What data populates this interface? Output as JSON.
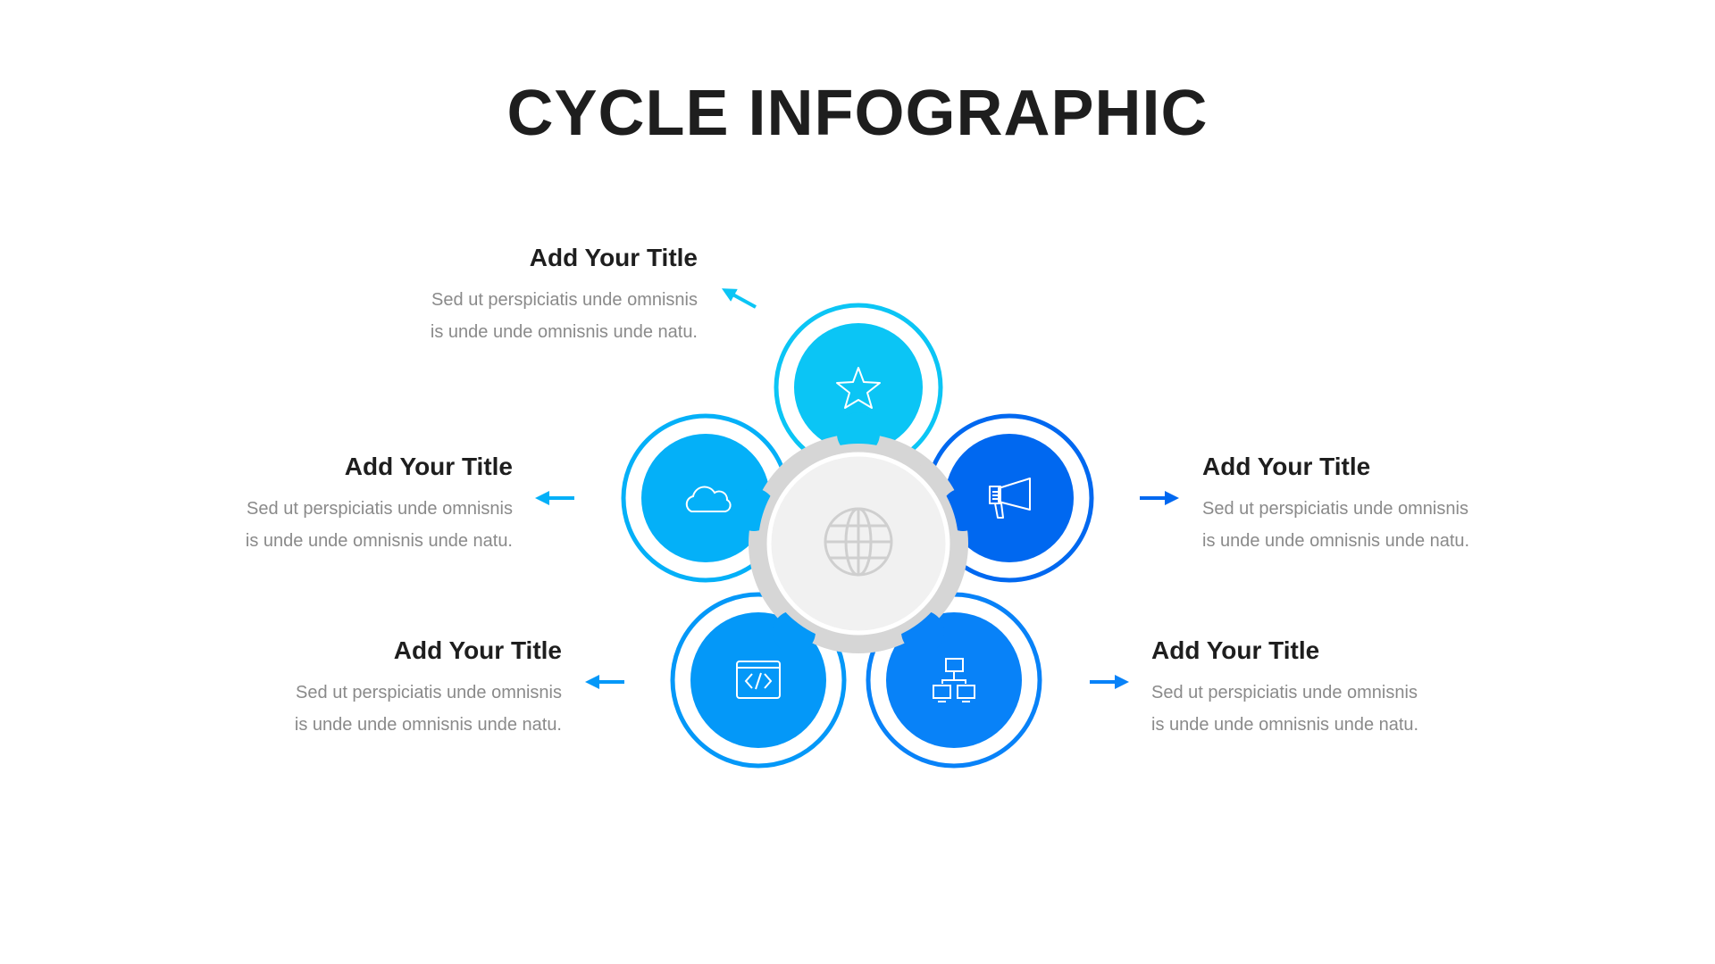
{
  "title": "CYCLE INFOGRAPHIC",
  "colors": {
    "star": "#0BC5F5",
    "cloud": "#04B0F8",
    "megaphone": "#0068F0",
    "code": "#0498F8",
    "network": "#0882F8",
    "hub": "#D6D6D6",
    "hub_inner": "#F1F1F1"
  },
  "items": [
    {
      "title": "Add Your Title",
      "line1": "Sed ut perspiciatis unde omnisnis",
      "line2": "is unde unde omnisnis unde natu.",
      "icon": "star-icon"
    },
    {
      "title": "Add Your Title",
      "line1": "Sed ut perspiciatis unde omnisnis",
      "line2": "is unde unde omnisnis unde natu.",
      "icon": "cloud-icon"
    },
    {
      "title": "Add Your Title",
      "line1": "Sed ut perspiciatis unde omnisnis",
      "line2": "is unde unde omnisnis unde natu.",
      "icon": "code-icon"
    },
    {
      "title": "Add Your Title",
      "line1": "Sed ut perspiciatis unde omnisnis",
      "line2": "is unde unde omnisnis unde natu.",
      "icon": "megaphone-icon"
    },
    {
      "title": "Add Your Title",
      "line1": "Sed ut perspiciatis unde omnisnis",
      "line2": "is unde unde omnisnis unde natu.",
      "icon": "network-icon"
    }
  ],
  "center_icon": "globe-icon"
}
